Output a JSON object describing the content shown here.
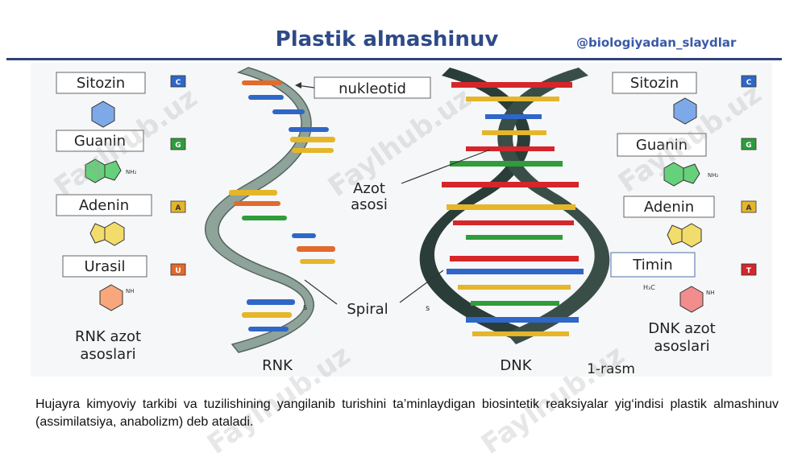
{
  "header": {
    "title": "Plastik almashinuv",
    "handle": "@biologiyadan_slaydlar"
  },
  "figure": {
    "left_panel": {
      "bases": [
        {
          "name": "Sitozin",
          "letter": "C",
          "color": "#2f67c8"
        },
        {
          "name": "Guanin",
          "letter": "G",
          "color": "#2e9d3a"
        },
        {
          "name": "Adenin",
          "letter": "A",
          "color": "#e5b62a"
        },
        {
          "name": "Urasil",
          "letter": "U",
          "color": "#e26a2c"
        }
      ],
      "caption_line1": "RNK azot",
      "caption_line2": "asoslari"
    },
    "right_panel": {
      "bases": [
        {
          "name": "Sitozin",
          "letter": "C",
          "color": "#2f67c8"
        },
        {
          "name": "Guanin",
          "letter": "G",
          "color": "#2e9d3a"
        },
        {
          "name": "Adenin",
          "letter": "A",
          "color": "#e5b62a"
        },
        {
          "name": "Timin",
          "letter": "T",
          "color": "#d6262a"
        }
      ],
      "caption_line1": "DNK azot",
      "caption_line2": "asoslari"
    },
    "chem_labels": {
      "nh2": "NH₂",
      "nh": "NH",
      "h3c": "H₃C"
    },
    "labels": {
      "nukleotid": "nukleotid",
      "azot_line1": "Azot",
      "azot_line2": "asosi",
      "spiral": "Spiral",
      "rnk": "RNK",
      "dnk": "DNK",
      "figure_number": "1-rasm",
      "s_left": "s",
      "s_right": "s"
    }
  },
  "watermark": "Faylhub.uz",
  "caption": "Hujayra kimyoviy tarkibi va tuzilishining yangilanib turishini ta’minlaydigan biosintetik reaksiyalar yig‘indisi plastik almashinuv (assimilatsiya, anabolizm) deb ataladi.",
  "colors": {
    "title": "#2e4a87",
    "rnk_strand": "#8ea39a",
    "dnk_strand": "#2b3d38",
    "cytosine": "#2f67c8",
    "guanine": "#2e9d3a",
    "adenine": "#e5b62a",
    "uracil": "#e26a2c",
    "thymine": "#d6262a"
  }
}
